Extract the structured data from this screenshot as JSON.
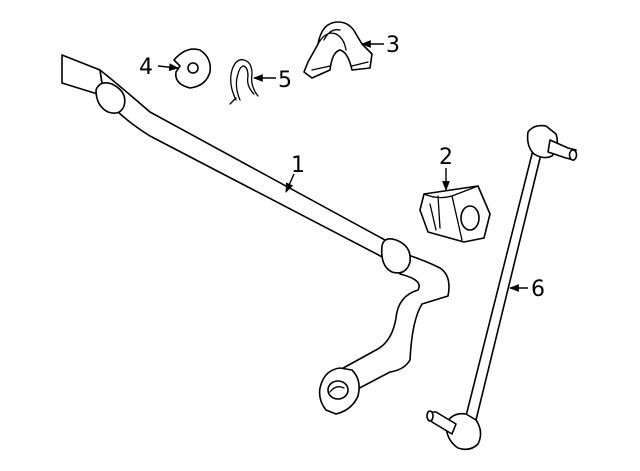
{
  "callouts": {
    "stabilizer_bar": "1",
    "bushing": "2",
    "bushing_bracket": "3",
    "washer": "4",
    "clip": "5",
    "stabilizer_link": "6"
  }
}
